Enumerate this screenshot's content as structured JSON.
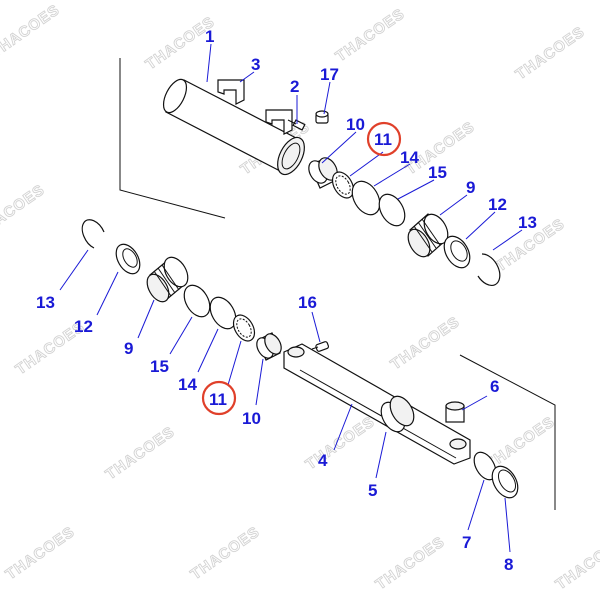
{
  "watermark": "THACOES",
  "highlight_color": "#e0402a",
  "label_color": "#1a1ad6",
  "labels": {
    "p1": "1",
    "p2": "2",
    "p3": "3",
    "p4": "4",
    "p5": "5",
    "p6": "6",
    "p7": "7",
    "p8": "8",
    "p9a": "9",
    "p9b": "9",
    "p10a": "10",
    "p10b": "10",
    "p11a": "11",
    "p11b": "11",
    "p12a": "12",
    "p12b": "12",
    "p13a": "13",
    "p13b": "13",
    "p14a": "14",
    "p14b": "14",
    "p15a": "15",
    "p15b": "15",
    "p16": "16",
    "p17": "17"
  }
}
